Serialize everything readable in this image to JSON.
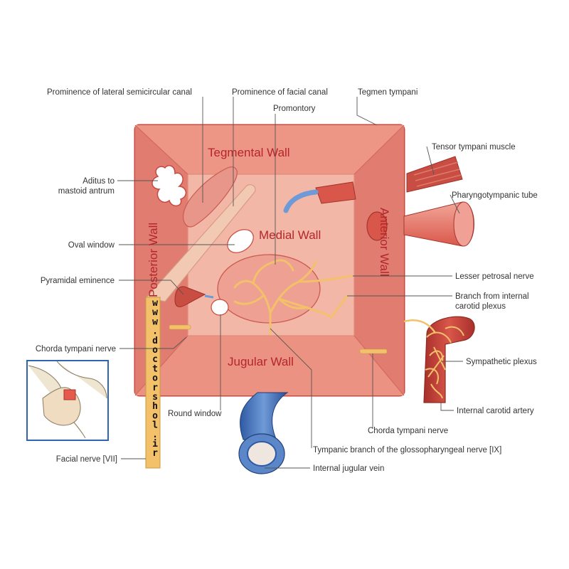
{
  "walls": {
    "tegmental": "Tegmental Wall",
    "medial": "Medial Wall",
    "posterior": "Posterior Wall",
    "anterior": "Anterior Wall",
    "jugular": "Jugular Wall"
  },
  "labels": {
    "lateral_canal": "Prominence of lateral semicircular canal",
    "facial_canal": "Prominence of facial canal",
    "promontory": "Promontory",
    "tegmen": "Tegmen tympani",
    "aditus_1": "Aditus to",
    "aditus_2": "mastoid antrum",
    "tensor": "Tensor tympani muscle",
    "tube": "Pharyngotympanic tube",
    "oval_window": "Oval window",
    "lesser_petrosal": "Lesser petrosal nerve",
    "pyramidal": "Pyramidal eminence",
    "branch_1": "Branch from internal",
    "branch_2": "carotid plexus",
    "chorda_left": "Chorda tympani nerve",
    "sympathetic": "Sympathetic plexus",
    "internal_carotid": "Internal carotid artery",
    "round_window": "Round window",
    "chorda_right": "Chorda tympani nerve",
    "tympanic_branch": "Tympanic branch of the glossopharyngeal nerve [IX]",
    "facial_nerve": "Facial nerve [VII]",
    "ijv": "Internal jugular vein"
  },
  "watermark": "www.doctorshol.ir",
  "colors": {
    "box_fill": "#e9887a",
    "box_edge": "#c9493e",
    "inner_fill": "#f3b7a8",
    "nerve": "#f2c16a",
    "vein": "#3f6fb8",
    "artery": "#c5423a"
  }
}
